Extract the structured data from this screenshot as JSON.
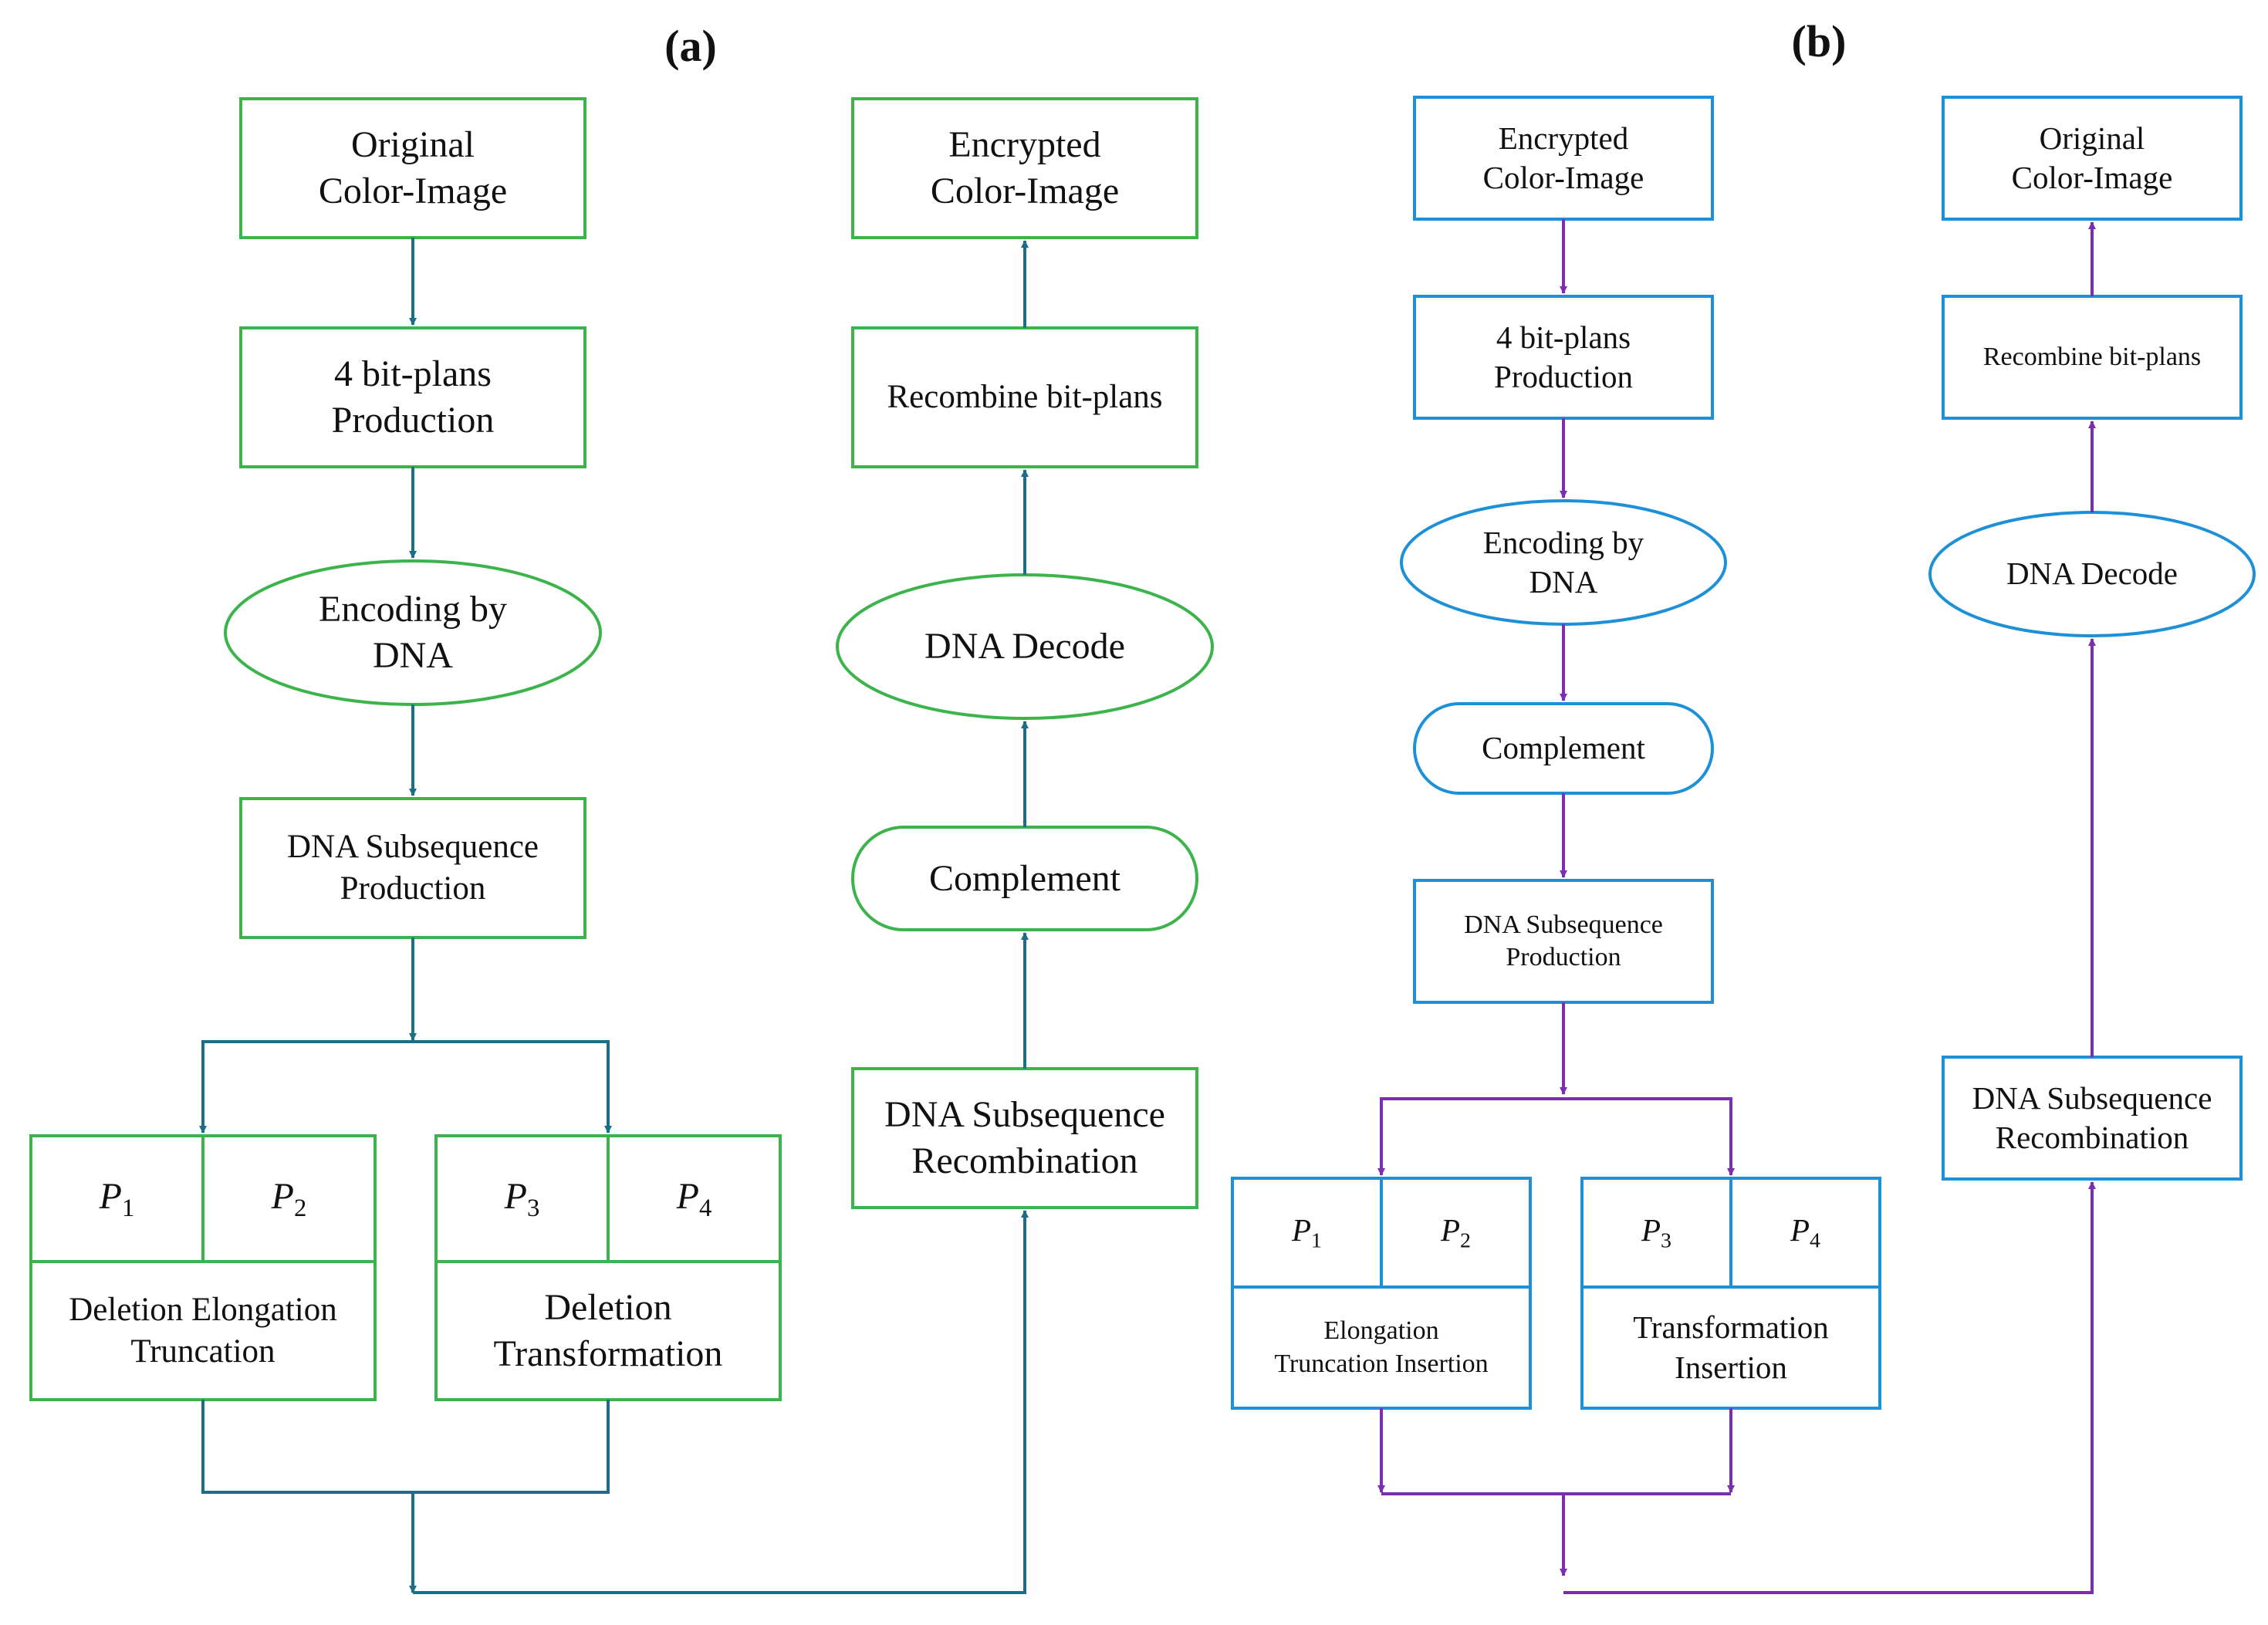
{
  "colors": {
    "a_box": "#3cb44b",
    "a_line": "#1b6e87",
    "b_box": "#1e90d8",
    "b_line": "#7b2fb0"
  },
  "panel_a": {
    "label": "(a)",
    "original": [
      "Original",
      "Color-Image"
    ],
    "bitplans": [
      "4 bit-plans",
      "Production"
    ],
    "encoding": [
      "Encoding by",
      "DNA"
    ],
    "subseq": [
      "DNA Subsequence",
      "Production"
    ],
    "p1": {
      "sym": "P",
      "sub": "1"
    },
    "p2": {
      "sym": "P",
      "sub": "2"
    },
    "p3": {
      "sym": "P",
      "sub": "3"
    },
    "p4": {
      "sym": "P",
      "sub": "4"
    },
    "ops_left": [
      "Deletion Elongation",
      "Truncation"
    ],
    "ops_right": [
      "Deletion",
      "Transformation"
    ],
    "recomb_seq": [
      "DNA Subsequence",
      "Recombination"
    ],
    "complement": "Complement",
    "decode": "DNA Decode",
    "recombine": "Recombine bit-plans",
    "encrypted": [
      "Encrypted",
      "Color-Image"
    ]
  },
  "panel_b": {
    "label": "(b)",
    "encrypted": [
      "Encrypted",
      "Color-Image"
    ],
    "bitplans": [
      "4 bit-plans",
      "Production"
    ],
    "encoding": [
      "Encoding by",
      "DNA"
    ],
    "complement": "Complement",
    "subseq": [
      "DNA Subsequence",
      "Production"
    ],
    "p1": {
      "sym": "P",
      "sub": "1"
    },
    "p2": {
      "sym": "P",
      "sub": "2"
    },
    "p3": {
      "sym": "P",
      "sub": "3"
    },
    "p4": {
      "sym": "P",
      "sub": "4"
    },
    "ops_left": [
      "Elongation",
      "Truncation Insertion"
    ],
    "ops_right": [
      "Transformation",
      "Insertion"
    ],
    "recomb_seq": [
      "DNA Subsequence",
      "Recombination"
    ],
    "decode": "DNA Decode",
    "recombine": "Recombine bit-plans",
    "original": [
      "Original",
      "Color-Image"
    ]
  }
}
